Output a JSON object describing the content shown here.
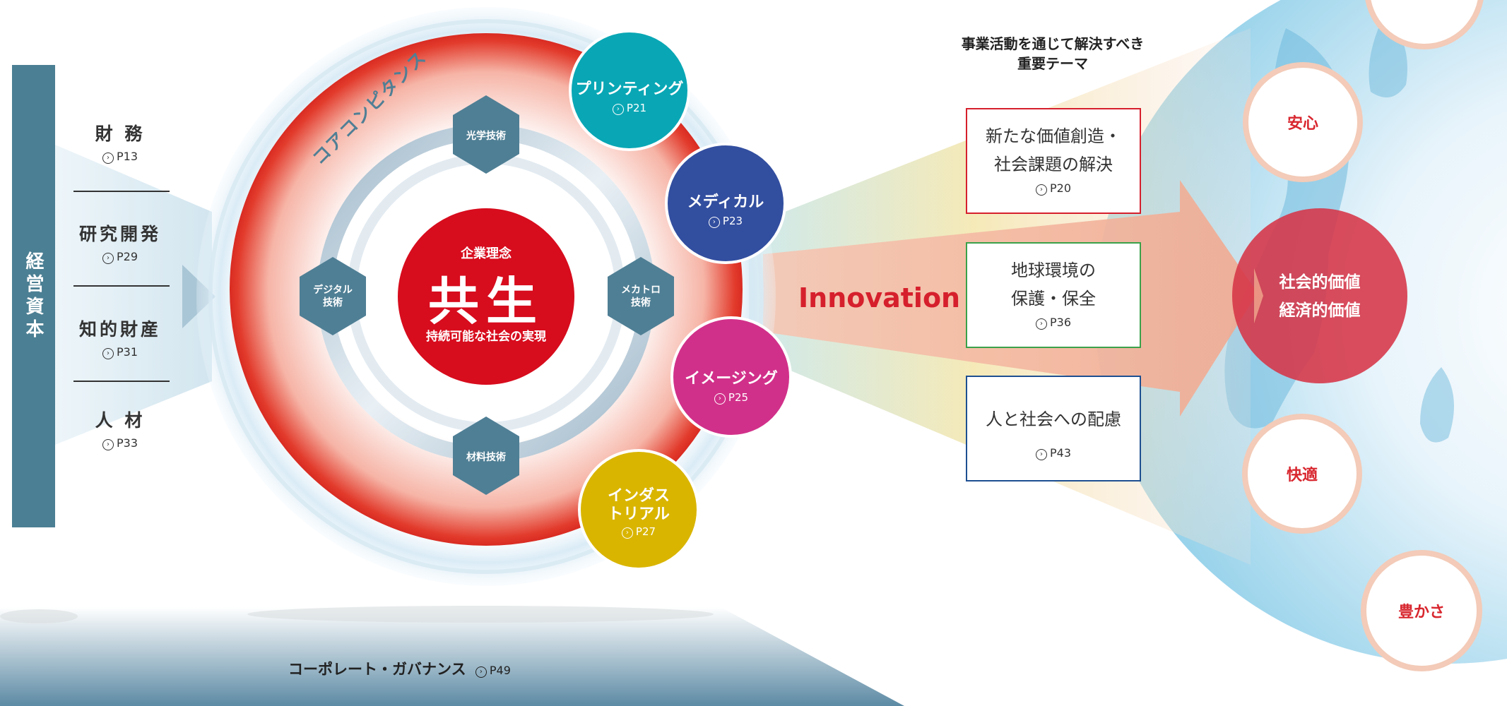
{
  "capital": {
    "title": "経営資本",
    "items": [
      {
        "label": "財 務",
        "page": "P13"
      },
      {
        "label": "研究開発",
        "page": "P29"
      },
      {
        "label": "知的財産",
        "page": "P31"
      },
      {
        "label": "人 材",
        "page": "P33"
      }
    ]
  },
  "core": {
    "competence_label": "コアコンピタンス",
    "philosophy_label": "企業理念",
    "philosophy": "共生",
    "philosophy_sub": "持続可能な社会の実現",
    "technologies": [
      "光学技術",
      "メカトロ\n技術",
      "材料技術",
      "デジタル\n技術"
    ]
  },
  "businesses": [
    {
      "name": "プリンティング",
      "page": "P21",
      "color": "#09a7b5"
    },
    {
      "name": "メディカル",
      "page": "P23",
      "color": "#324e9f"
    },
    {
      "name": "イメージング",
      "page": "P25",
      "color": "#d1308a"
    },
    {
      "name": "インダス\nトリアル",
      "page": "P27",
      "color": "#d9b500"
    }
  ],
  "innovation": "Innovation",
  "themes": {
    "heading": "事業活動を通じて解決すべき\n重要テーマ",
    "items": [
      {
        "label": "新たな価値創造・\n社会課題の解決",
        "page": "P20",
        "color": "#d61f2c"
      },
      {
        "label": "地球環境の\n保護・保全",
        "page": "P36",
        "color": "#3aa14a"
      },
      {
        "label": "人と社会への配慮",
        "page": "P43",
        "color": "#1d4f91"
      }
    ]
  },
  "values": {
    "main": "社会的価値\n経済的価値",
    "satellites": [
      "安心",
      "快適",
      "豊かさ"
    ]
  },
  "governance": {
    "label": "コーポレート・ガバナンス",
    "page": "P49"
  },
  "colors": {
    "red": "#d61f2c",
    "teal": "#4b7f93",
    "hex": "#4f7f95"
  }
}
